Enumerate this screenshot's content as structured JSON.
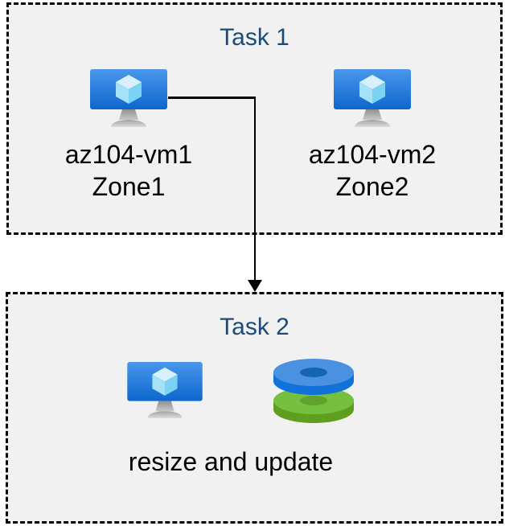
{
  "task1": {
    "title": "Task 1",
    "vms": [
      {
        "name": "az104-vm1",
        "zone": "Zone1"
      },
      {
        "name": "az104-vm2",
        "zone": "Zone2"
      }
    ]
  },
  "task2": {
    "title": "Task 2",
    "caption": "resize and update"
  },
  "icons": {
    "vm": "virtual-machine-icon",
    "disks": "managed-disks-icon",
    "arrow": "flow-arrow-connector"
  },
  "colors": {
    "title_text": "#1b4a78",
    "label_text": "#000000",
    "box_fill": "#f1f1f1",
    "box_border": "#000000",
    "connector": "#000000",
    "vm_screen_top": "#4a97eb",
    "vm_screen_bottom": "#0d67ce",
    "cube_top": "#d8f1fc",
    "cube_left": "#a5e2f8",
    "cube_right": "#7bd2f3",
    "stand_gray": "#b5b5b5",
    "disk_blue_top": "#4b91e2",
    "disk_blue_side": "#1172da",
    "disk_blue_hole": "#1665b2",
    "disk_green_top": "#75c13f",
    "disk_green_side": "#5f9e1e",
    "disk_green_hole": "#5fa32d"
  }
}
